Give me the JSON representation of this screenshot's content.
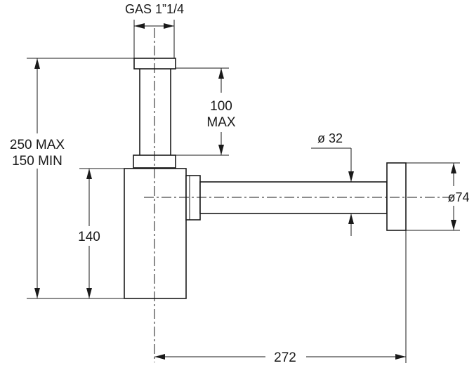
{
  "labels": {
    "thread": "GAS 1”1/4",
    "height_max": "250 MAX",
    "height_min": "150 MIN",
    "extension_value": "100",
    "extension_max": "MAX",
    "pipe_diameter": "ø 32",
    "flange_diameter": "ø74",
    "body_height": "140",
    "length": "272"
  }
}
